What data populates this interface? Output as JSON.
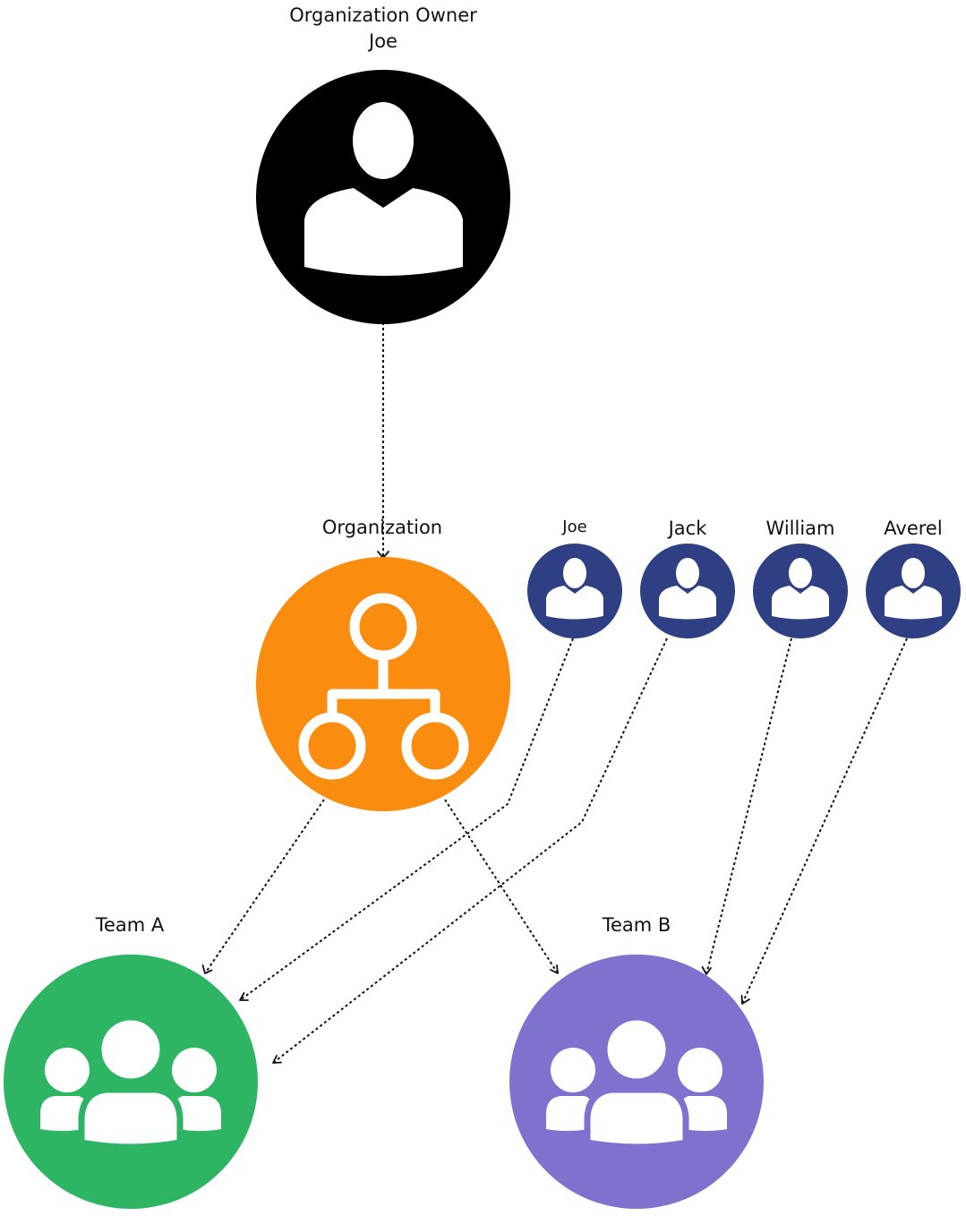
{
  "owner": {
    "title": "Organization Owner",
    "name": "Joe",
    "color": "#000000",
    "icon": "person-icon"
  },
  "organization": {
    "label": "Organization",
    "color": "#FA8C0F",
    "icon": "org-chart-icon"
  },
  "members": [
    {
      "name": "Joe",
      "color": "#2E3F84",
      "icon": "person-icon"
    },
    {
      "name": "Jack",
      "color": "#2E3F84",
      "icon": "person-icon"
    },
    {
      "name": "William",
      "color": "#2E3F84",
      "icon": "person-icon"
    },
    {
      "name": "Averel",
      "color": "#2E3F84",
      "icon": "person-icon"
    }
  ],
  "teams": [
    {
      "label": "Team A",
      "color": "#2EB563",
      "icon": "group-icon"
    },
    {
      "label": "Team B",
      "color": "#7F72CF",
      "icon": "group-icon"
    }
  ],
  "edge_color": "#111111",
  "icon_color": "#ffffff"
}
